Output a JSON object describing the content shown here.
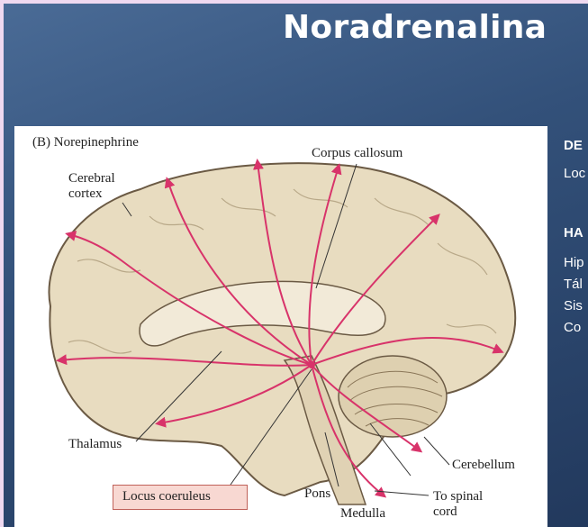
{
  "slide": {
    "title": "Noradrenalina"
  },
  "figure": {
    "caption": "(B) Norepinephrine",
    "labels": {
      "cerebral_cortex": "Cerebral\ncortex",
      "corpus_callosum": "Corpus callosum",
      "thalamus": "Thalamus",
      "locus_coeruleus": "Locus coeruleus",
      "pons": "Pons",
      "medulla": "Medulla",
      "to_spinal_cord": "To spinal\ncord",
      "cerebellum": "Cerebellum"
    },
    "colors": {
      "tissue": "#e8dcc0",
      "outline": "#6b5a44",
      "pathway": "#d8336a",
      "highlight": "#f8d8d2"
    }
  },
  "side_text": {
    "heading_1": "DE",
    "line_1": "Loc",
    "heading_2": "HA",
    "items": [
      "Hip",
      "Tál",
      "Sis",
      "Co"
    ]
  }
}
